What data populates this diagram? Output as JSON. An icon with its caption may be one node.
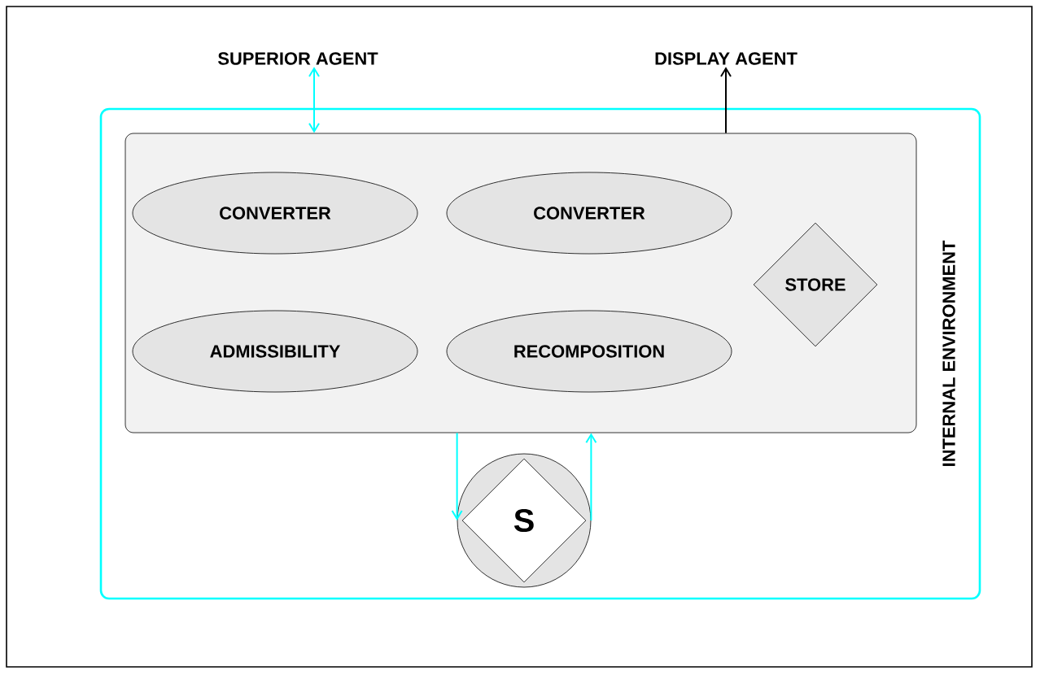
{
  "diagram": {
    "nodes": [
      {
        "text": [
          "INTERNAL ENVIRONMENT"
        ]
      },
      {
        "text": [],
        "shape": "box",
        "in": 0
      },
      {
        "text": [
          "CONVERTER"
        ],
        "in": 1
      },
      {
        "text": [
          "CONVERTER"
        ],
        "in": 1
      },
      {
        "text": [
          "ADMISSIBILITY"
        ],
        "in": 1
      },
      {
        "text": [
          "RECOMPOSITION"
        ],
        "in": 1
      },
      {
        "text": [
          "STORE"
        ],
        "in": 1
      },
      {
        "text": [
          "S"
        ],
        "in": 0
      },
      {
        "text": [
          "SUPERIOR AGENT"
        ]
      },
      {
        "text": [
          "DISPLAY AGENT"
        ]
      }
    ],
    "edges": [
      {
        "from": 8,
        "to": 1,
        "arrow": "both",
        "color": "#00ffff"
      },
      {
        "from": 1,
        "to": 9,
        "arrow": "to",
        "color": "#000000"
      },
      {
        "from": 1,
        "to": 7,
        "arrow": "to",
        "color": "#00ffff"
      },
      {
        "from": 7,
        "to": 1,
        "arrow": "to",
        "color": "#00ffff"
      }
    ]
  }
}
